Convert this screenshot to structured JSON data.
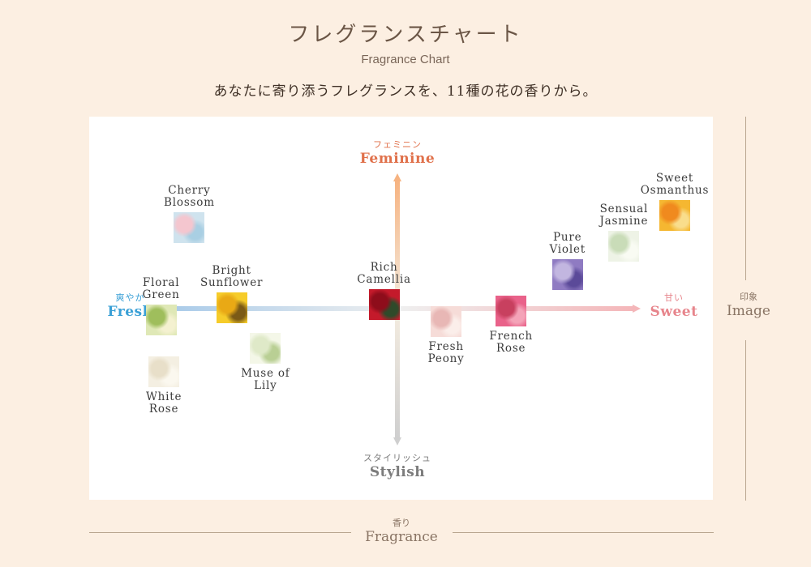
{
  "header": {
    "title_jp": "フレグランスチャート",
    "title_en": "Fragrance Chart",
    "subtitle": "あなたに寄り添うフレグランスを、11種の花の香りから。"
  },
  "colors": {
    "background": "#fcefe2",
    "fresh": "#3aa0d6",
    "sweet": "#e7858c",
    "feminine": "#e0704a",
    "stylish": "#7c7c7c",
    "guide": "#b9a58f"
  },
  "axes": {
    "fresh": {
      "jp": "爽やか",
      "en": "Fresh"
    },
    "sweet": {
      "jp": "甘い",
      "en": "Sweet"
    },
    "feminine": {
      "jp": "フェミニン",
      "en": "Feminine"
    },
    "stylish": {
      "jp": "スタイリッシュ",
      "en": "Stylish"
    },
    "image": {
      "jp": "印象",
      "en": "Image"
    },
    "fragrance": {
      "jp": "香り",
      "en": "Fragrance"
    }
  },
  "chart_data": {
    "type": "scatter",
    "title": "Fragrance Chart",
    "xlabel": "Fragrance",
    "ylabel": "Image",
    "x_axis": {
      "negative": "Fresh",
      "positive": "Sweet"
    },
    "y_axis": {
      "negative": "Stylish",
      "positive": "Feminine"
    },
    "xlim": [
      -1,
      1
    ],
    "ylim": [
      -1,
      1
    ],
    "grid": false,
    "points": [
      {
        "name": "Cherry Blossom",
        "label": "Cherry\nBlossom",
        "x": -0.72,
        "y": 0.77,
        "icon": "cherry-blossom-photo",
        "thumb_colors": [
          "#cfe3ee",
          "#f4c6cf",
          "#a9cfe3"
        ]
      },
      {
        "name": "Floral Green",
        "label": "Floral\nGreen",
        "x": -0.82,
        "y": -0.12,
        "icon": "floral-green-photo",
        "thumb_colors": [
          "#dfe8b6",
          "#9fbe5c",
          "#f4f1d0"
        ]
      },
      {
        "name": "Bright Sunflower",
        "label": "Bright\nSunflower",
        "x": -0.57,
        "y": 0.0,
        "icon": "sunflower-photo",
        "thumb_colors": [
          "#f6cc2a",
          "#e9a915",
          "#7b5a16"
        ]
      },
      {
        "name": "Rich Camellia",
        "label": "Rich\nCamellia",
        "x": -0.03,
        "y": 0.03,
        "icon": "camellia-photo",
        "thumb_colors": [
          "#c41a2b",
          "#8e0d1b",
          "#2f4a2a"
        ]
      },
      {
        "name": "Fresh Peony",
        "label": "Fresh\nPeony",
        "x": 0.19,
        "y": -0.13,
        "icon": "peony-photo",
        "thumb_colors": [
          "#f6dcd8",
          "#e8b7b5",
          "#fbeeea"
        ]
      },
      {
        "name": "French Rose",
        "label": "French\nRose",
        "x": 0.42,
        "y": -0.03,
        "icon": "french-rose-photo",
        "thumb_colors": [
          "#e9628a",
          "#c8405f",
          "#f4a3b8"
        ]
      },
      {
        "name": "Muse of Lily",
        "label": "Muse of\nLily",
        "x": -0.45,
        "y": -0.39,
        "icon": "lily-photo",
        "thumb_colors": [
          "#f4f7e8",
          "#dfe9c8",
          "#b9cf94"
        ]
      },
      {
        "name": "White Rose",
        "label": "White\nRose",
        "x": -0.81,
        "y": -0.62,
        "icon": "white-rose-photo",
        "thumb_colors": [
          "#f4efe2",
          "#e8dfc9",
          "#fbf8ef"
        ]
      },
      {
        "name": "Pure Violet",
        "label": "Pure\nViolet",
        "x": 0.62,
        "y": 0.32,
        "icon": "violet-photo",
        "thumb_colors": [
          "#8f7bc2",
          "#c2b6e0",
          "#5b4a99"
        ]
      },
      {
        "name": "Sensual Jasmine",
        "label": "Sensual\nJasmine",
        "x": 0.82,
        "y": 0.59,
        "icon": "jasmine-photo",
        "thumb_colors": [
          "#eef3e6",
          "#c9dcb8",
          "#f9fbf3"
        ]
      },
      {
        "name": "Sweet Osmanthus",
        "label": "Sweet\nOsmanthus",
        "x": 1.0,
        "y": 0.89,
        "icon": "osmanthus-photo",
        "thumb_colors": [
          "#f5b731",
          "#f08a1e",
          "#f9dd8c"
        ]
      }
    ]
  }
}
